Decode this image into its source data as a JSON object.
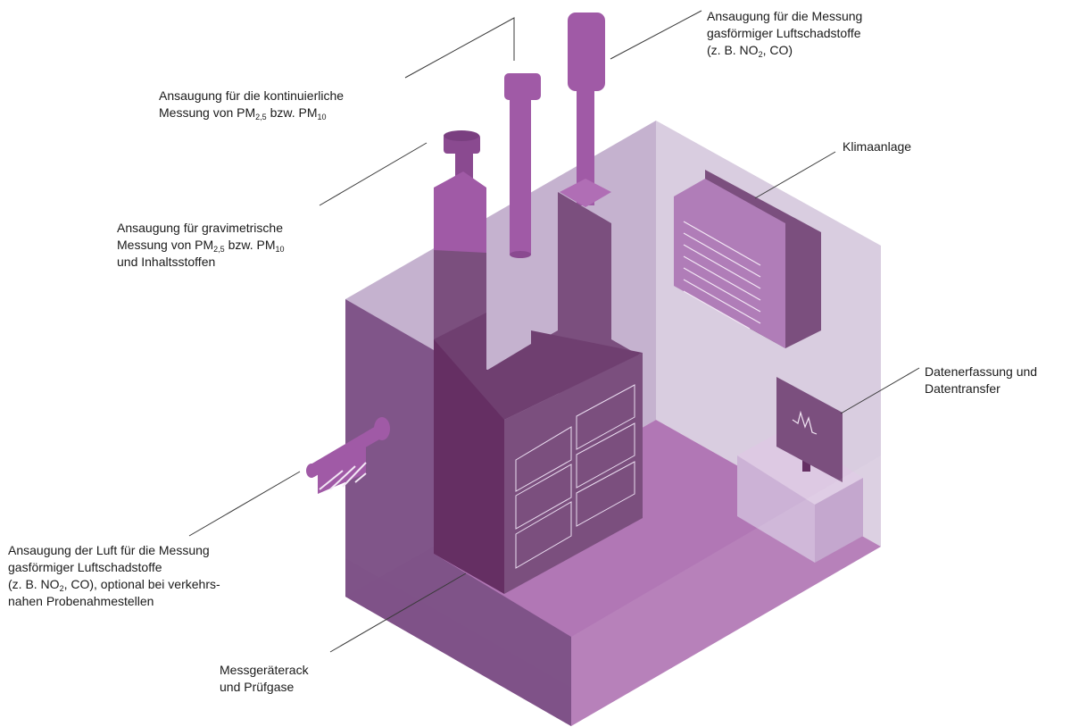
{
  "colors": {
    "back_wall_right": "#d9cde0",
    "back_wall_left": "#c5b2cf",
    "floor_back": "#b177b5",
    "floor_front": "#9e5a9f",
    "front_left": "#7d5186",
    "rack_front": "#652f63",
    "rack_side": "#7b4f7e",
    "pipe": "#a05aa6",
    "pipe_dark": "#8a4a90",
    "ac_front": "#b07db8",
    "ac_side": "#7b4f7e",
    "table": "#ccb2d6",
    "leader": "#3a3a3a"
  },
  "labels": {
    "gas_top": {
      "l1": "Ansaugung für die Messung",
      "l2": "gasförmiger Luftschadstoffe",
      "l3a": "(z. B. NO",
      "l3sub": "2",
      "l3b": ", CO)"
    },
    "pm_cont": {
      "l1": "Ansaugung für die kontinuierliche",
      "l2a": "Messung von PM",
      "l2sub1": "2,5",
      "l2b": " bzw. PM",
      "l2sub2": "10"
    },
    "pm_grav": {
      "l1": "Ansaugung für gravimetrische",
      "l2a": "Messung von PM",
      "l2sub1": "2,5",
      "l2b": " bzw. PM",
      "l2sub2": "10",
      "l3": "und Inhaltsstoffen"
    },
    "klima": {
      "l1": "Klimaanlage"
    },
    "daten": {
      "l1": "Datenerfassung und",
      "l2": "Datentransfer"
    },
    "luft": {
      "l1": "Ansaugung der Luft für die Messung",
      "l2": "gasförmiger Luftschadstoffe",
      "l3a": "(z. B. NO",
      "l3sub": "2",
      "l3b": ", CO), optional bei verkehrs-",
      "l4": "nahen Probenahmestellen"
    },
    "rack": {
      "l1": "Messgeräterack",
      "l2": "und Prüfgase"
    }
  }
}
